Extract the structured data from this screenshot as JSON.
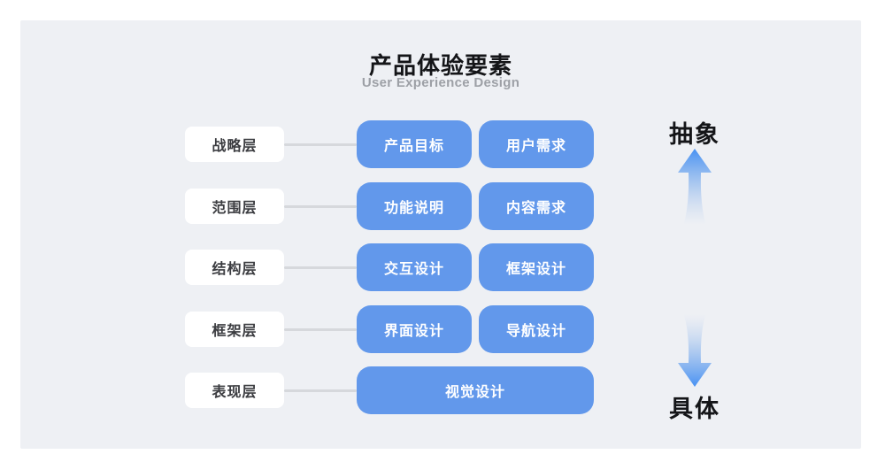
{
  "header": {
    "title": "产品体验要素",
    "subtitle": "User Experience Design"
  },
  "rows": [
    {
      "label": "战略层",
      "boxes": [
        "产品目标",
        "用户需求"
      ]
    },
    {
      "label": "范围层",
      "boxes": [
        "功能说明",
        "内容需求"
      ]
    },
    {
      "label": "结构层",
      "boxes": [
        "交互设计",
        "框架设计"
      ]
    },
    {
      "label": "框架层",
      "boxes": [
        "界面设计",
        "导航设计"
      ]
    },
    {
      "label": "表现层",
      "boxes": [
        "视觉设计"
      ]
    }
  ],
  "axis": {
    "top_label": "抽象",
    "bottom_label": "具体"
  },
  "icons": {
    "up_arrow": "arrow-up-icon",
    "down_arrow": "arrow-down-icon"
  },
  "colors": {
    "panel_bg": "#EEF0F4",
    "node_blue": "#6298EB",
    "arrow_blue": "#4791F3",
    "connector_gray": "#D6D8DC",
    "label_text": "#3B3C40",
    "subtitle_gray": "#9DA0A6",
    "title_black": "#141518"
  }
}
